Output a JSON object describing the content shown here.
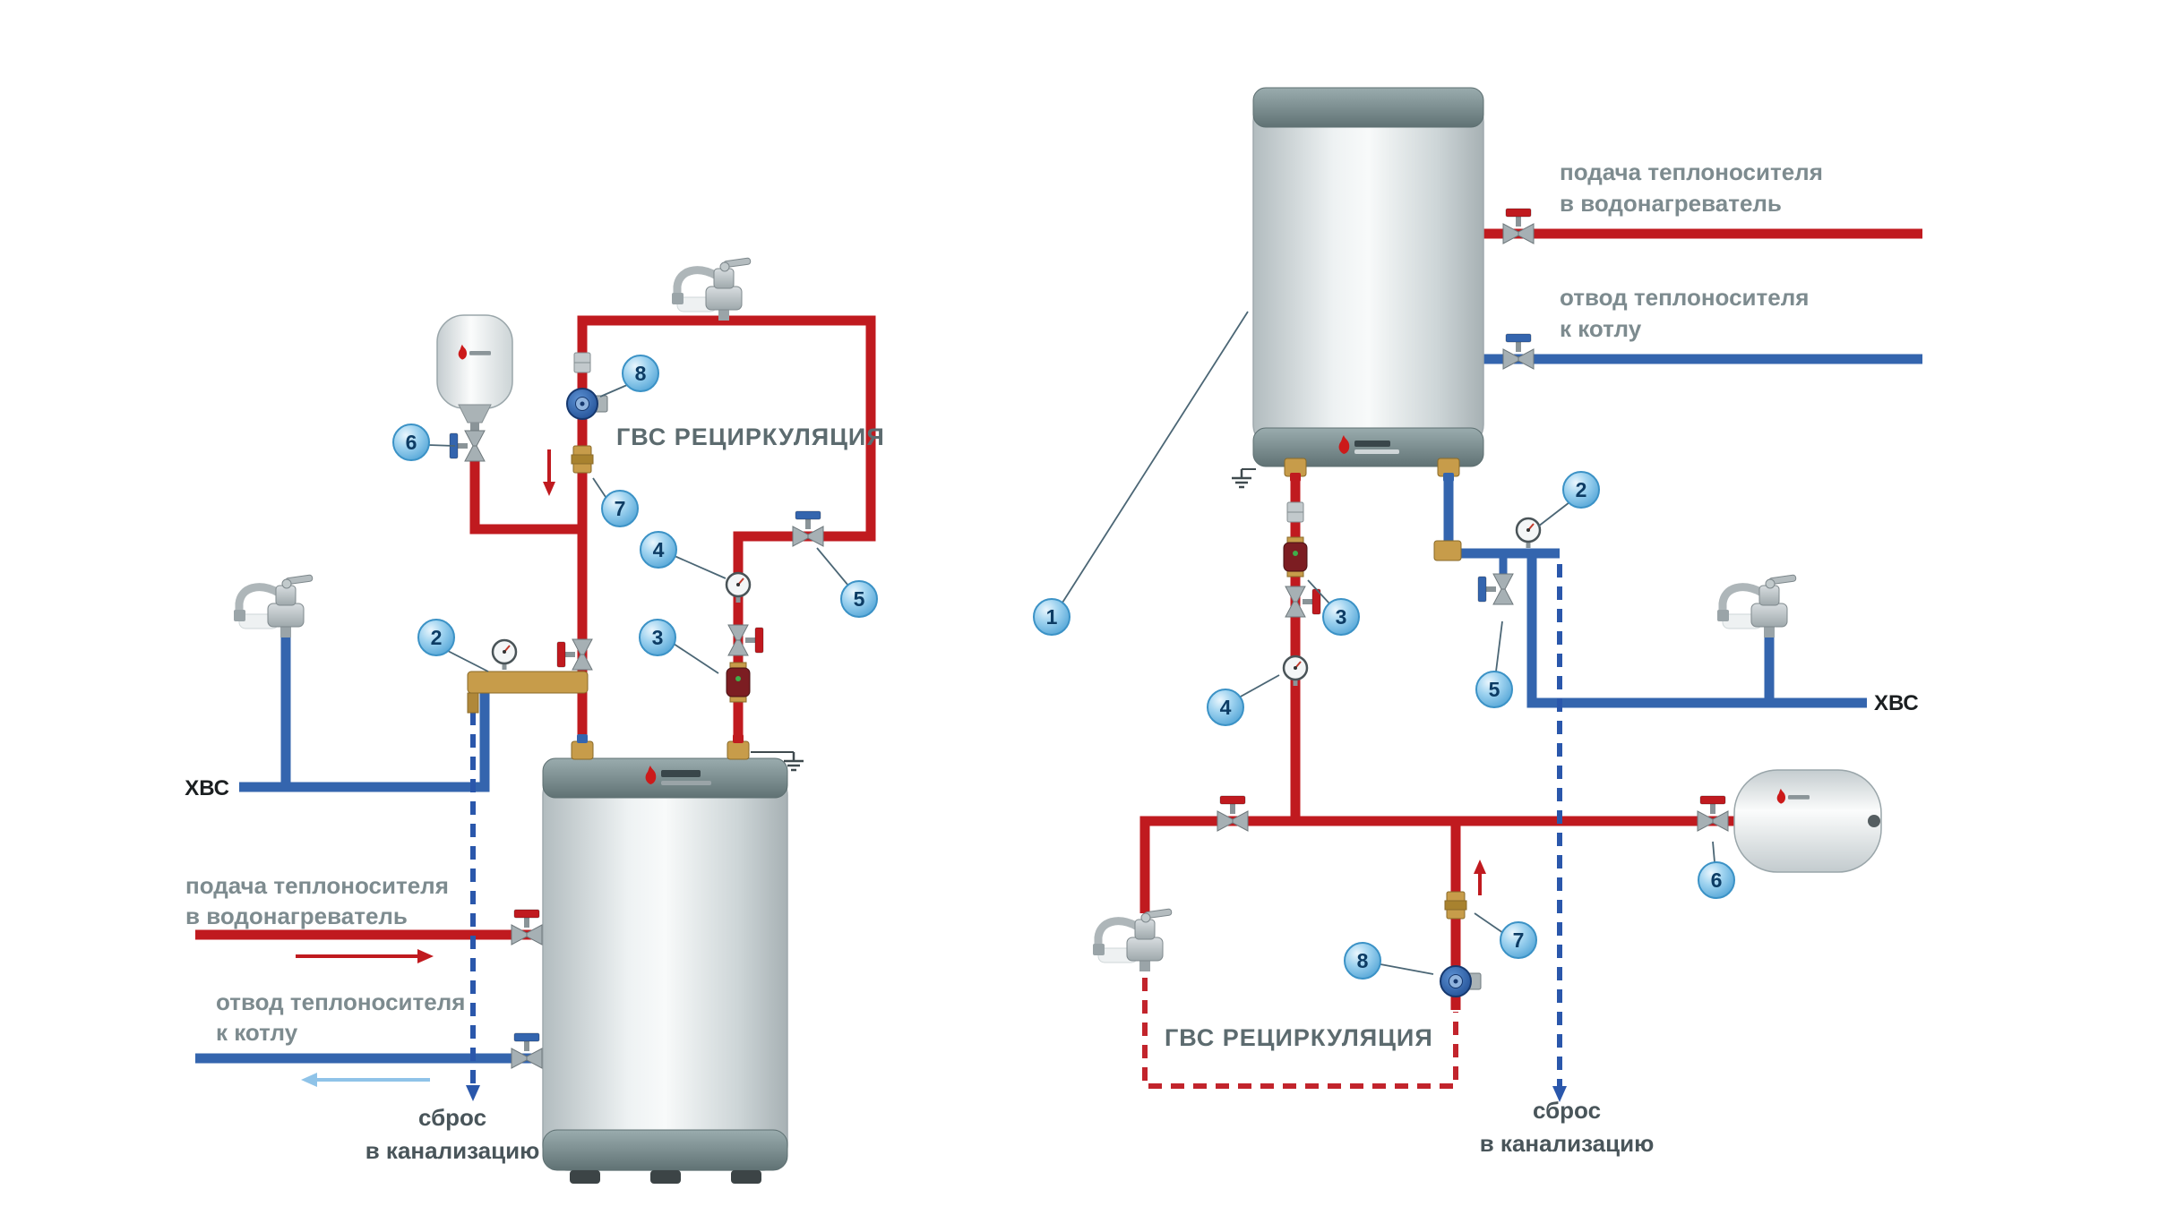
{
  "colors": {
    "pipe_hot": "#c01a1f",
    "pipe_cold": "#3465ae",
    "drain_dash": "#2a57ab",
    "recirc_dash": "#c2242c",
    "callout_stroke": "#3b92c6",
    "callout_text": "#0d3c64",
    "label_gray": "#7d8b8f",
    "label_dark": "#49555a",
    "recirc_text": "#5c6b6f",
    "arrow_cold_light": "#8fc3e8"
  },
  "labels": {
    "cold_water": "ХВС",
    "recirculation": "ГВС РЕЦИРКУЛЯЦИЯ",
    "supply_line1": "подача теплоносителя",
    "supply_line2": "в водонагреватель",
    "return_line1": "отвод теплоносителя",
    "return_line2": "к котлу",
    "drain_line1": "сброс",
    "drain_line2": "в канализацию"
  },
  "callouts": {
    "n1": "1",
    "n2": "2",
    "n3": "3",
    "n4": "4",
    "n5": "5",
    "n6": "6",
    "n7": "7",
    "n8": "8"
  }
}
